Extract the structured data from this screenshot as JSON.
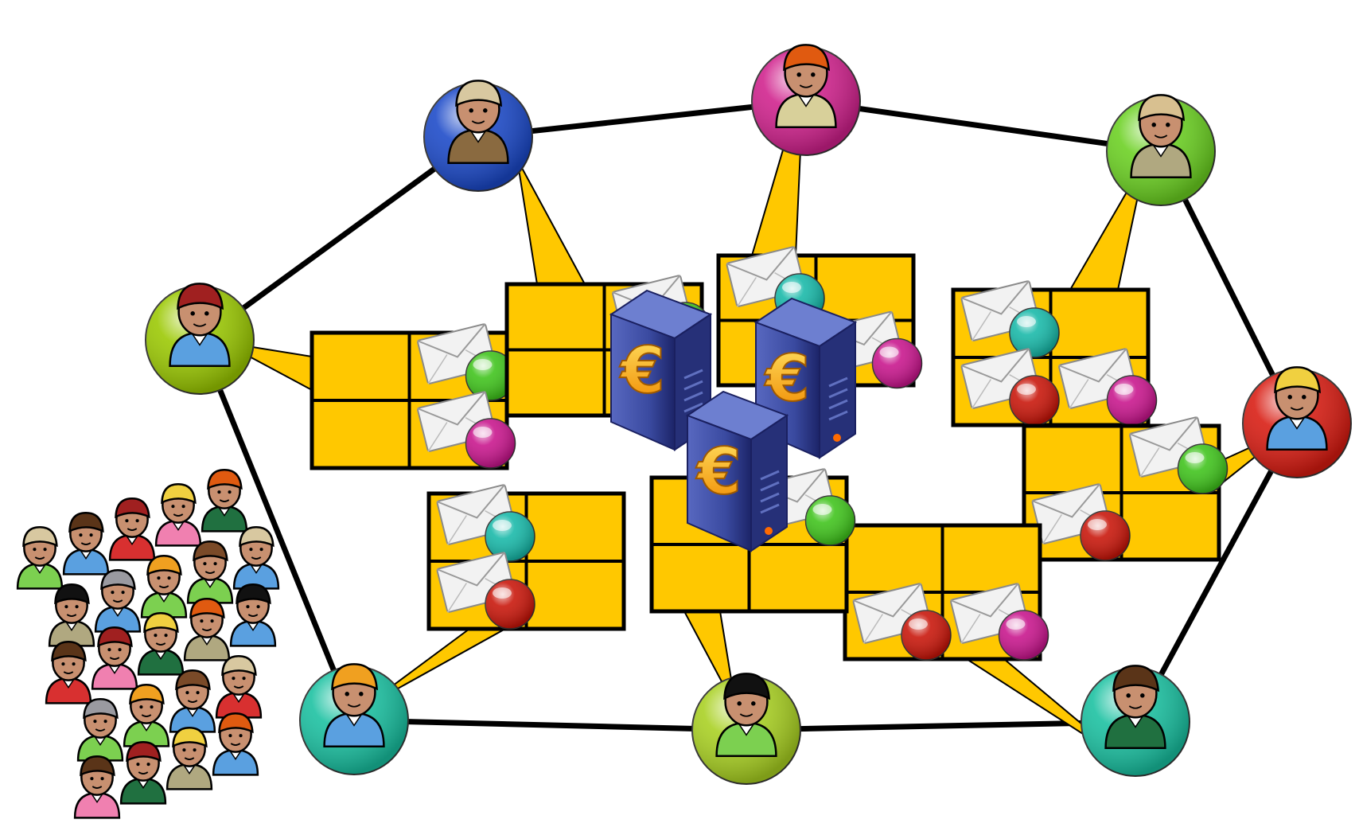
{
  "colors": {
    "ring_line": "#000000",
    "board_fill": "#ffc800",
    "board_stroke": "#000000",
    "callout_fill": "#ffc800",
    "server_body": "#3a4aa0",
    "server_top": "#6d7fd0",
    "euro": "#ffb400",
    "envelope": "#f2f2f2",
    "bead_green": "#3ec31a",
    "bead_teal": "#16b8a8",
    "bead_red": "#c81408",
    "bead_magenta": "#c8148c",
    "person_skin": "#c89070"
  },
  "icons": {
    "euro_symbol": "€",
    "node_icon": "person-icon",
    "message_icon": "envelope-icon",
    "server_icon": "server-icon",
    "crowd_icon": "crowd-icon"
  },
  "nodes": [
    {
      "id": "n1",
      "ring": "#9ac800",
      "hat": "#a02020",
      "shirt": "#5aa0e0"
    },
    {
      "id": "n2",
      "ring": "#1a48c8",
      "hat": "#d8c8a0",
      "shirt": "#8a6a40"
    },
    {
      "id": "n3",
      "ring": "#d0208c",
      "hat": "#e05a10",
      "shirt": "#d8d09a"
    },
    {
      "id": "n4",
      "ring": "#6ad020",
      "hat": "#d8c090",
      "shirt": "#b0a880"
    },
    {
      "id": "n5",
      "ring": "#d81a10",
      "hat": "#f0d040",
      "shirt": "#5aa0e0"
    },
    {
      "id": "n6",
      "ring": "#18c0a0",
      "hat": "#5a3418",
      "shirt": "#207040"
    },
    {
      "id": "n7",
      "ring": "#a8d020",
      "hat": "#111111",
      "shirt": "#7cd050"
    },
    {
      "id": "n8",
      "ring": "#18c0a0",
      "hat": "#f0a020",
      "shirt": "#5aa0e0"
    }
  ],
  "boards": [
    {
      "id": "b1",
      "node": "n1",
      "messages": [
        {
          "cell": 1,
          "bead": "green"
        },
        {
          "cell": 3,
          "bead": "magenta"
        }
      ]
    },
    {
      "id": "b2",
      "node": "n2",
      "messages": [
        {
          "cell": 1,
          "bead": "green"
        }
      ]
    },
    {
      "id": "b3",
      "node": "n3",
      "messages": [
        {
          "cell": 0,
          "bead": "teal"
        },
        {
          "cell": 3,
          "bead": "magenta"
        }
      ]
    },
    {
      "id": "b4",
      "node": "n4",
      "messages": [
        {
          "cell": 0,
          "bead": "teal"
        },
        {
          "cell": 2,
          "bead": "red"
        },
        {
          "cell": 3,
          "bead": "magenta"
        }
      ]
    },
    {
      "id": "b5",
      "node": "n5",
      "messages": [
        {
          "cell": 1,
          "bead": "green"
        },
        {
          "cell": 2,
          "bead": "red"
        }
      ]
    },
    {
      "id": "b6",
      "node": "n6",
      "messages": [
        {
          "cell": 2,
          "bead": "red"
        },
        {
          "cell": 3,
          "bead": "magenta"
        }
      ]
    },
    {
      "id": "b7",
      "node": "n7",
      "messages": [
        {
          "cell": 1,
          "bead": "green"
        }
      ]
    },
    {
      "id": "b8",
      "node": "n8",
      "messages": [
        {
          "cell": 0,
          "bead": "teal"
        },
        {
          "cell": 2,
          "bead": "red"
        }
      ]
    }
  ],
  "ring_order": [
    "n1",
    "n2",
    "n3",
    "n4",
    "n5",
    "n6",
    "n7",
    "n8"
  ],
  "servers": [
    {
      "id": "s1"
    },
    {
      "id": "s2"
    },
    {
      "id": "s3"
    }
  ],
  "crowd": {
    "count": 23
  }
}
